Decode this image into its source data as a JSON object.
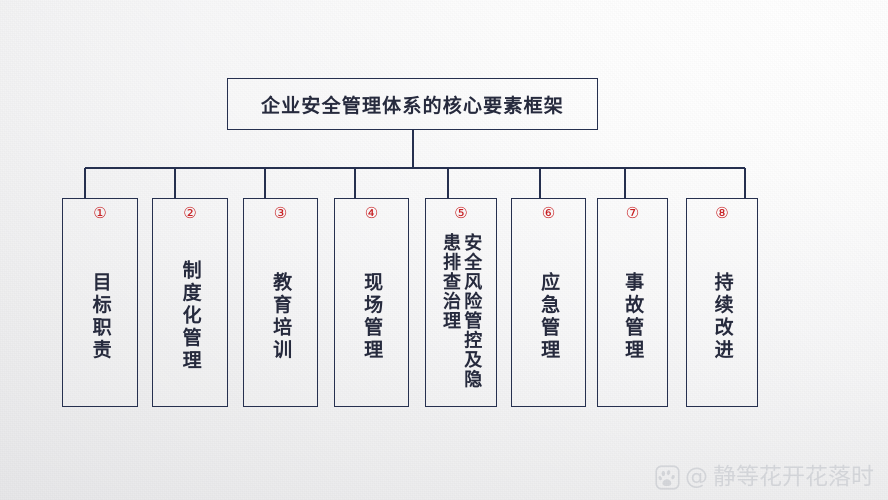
{
  "diagram": {
    "title": "企业安全管理体系的核心要素框架",
    "accent_color": "#26304f",
    "number_color": "#c81f22",
    "text_color": "#262a3d",
    "nodes": [
      {
        "number": "①",
        "label": "目标职责"
      },
      {
        "number": "②",
        "label": "制度化管理"
      },
      {
        "number": "③",
        "label": "教育培训"
      },
      {
        "number": "④",
        "label": "现场管理"
      },
      {
        "number": "⑤",
        "label": "安全风险管控及隐患排查治理"
      },
      {
        "number": "⑥",
        "label": "应急管理"
      },
      {
        "number": "⑦",
        "label": "事故管理"
      },
      {
        "number": "⑧",
        "label": "持续改进"
      }
    ]
  },
  "watermark": {
    "icon": "baidu-paw-icon",
    "at_symbol": "@",
    "name": "静等花开花落时"
  }
}
